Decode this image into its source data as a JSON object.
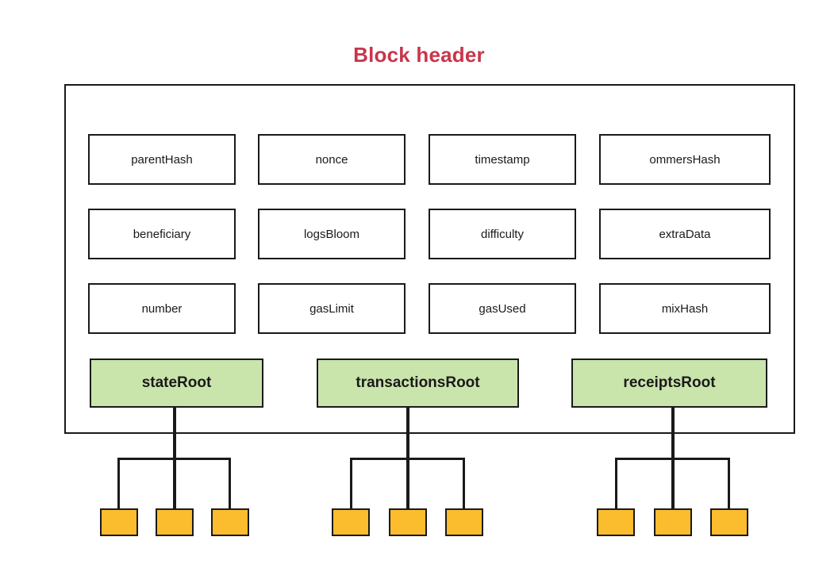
{
  "title": {
    "text": "Block header",
    "color": "#C8364B"
  },
  "colors": {
    "border": "#1a1a1a",
    "field_fill": "#ffffff",
    "root_fill": "#C9E5AC",
    "leaf_fill": "#FBBC2E",
    "title": "#C8364B",
    "background": "#ffffff"
  },
  "header_fields": {
    "rows": [
      [
        {
          "label": "parentHash"
        },
        {
          "label": "nonce"
        },
        {
          "label": "timestamp"
        },
        {
          "label": "ommersHash"
        }
      ],
      [
        {
          "label": "beneficiary"
        },
        {
          "label": "logsBloom"
        },
        {
          "label": "difficulty"
        },
        {
          "label": "extraData"
        }
      ],
      [
        {
          "label": "number"
        },
        {
          "label": "gasLimit"
        },
        {
          "label": "gasUsed"
        },
        {
          "label": "mixHash"
        }
      ]
    ]
  },
  "roots": [
    {
      "label": "stateRoot",
      "leaf_count": 3
    },
    {
      "label": "transactionsRoot",
      "leaf_count": 3
    },
    {
      "label": "receiptsRoot",
      "leaf_count": 3
    }
  ]
}
